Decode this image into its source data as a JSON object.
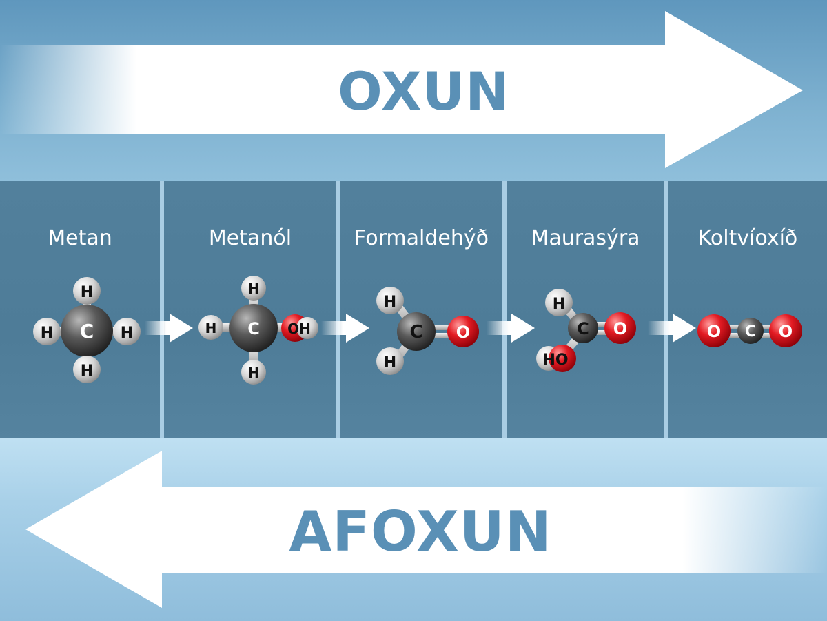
{
  "arrows": {
    "top_label": "OXUN",
    "bottom_label": "AFOXUN"
  },
  "molecules": [
    {
      "name": "Metan"
    },
    {
      "name": "Metanól"
    },
    {
      "name": "Formaldehýð"
    },
    {
      "name": "Maurasýra"
    },
    {
      "name": "Koltvíoxíð"
    }
  ],
  "atom_labels": {
    "carbon": "C",
    "hydrogen": "H",
    "oxygen": "O",
    "hydroxyl": "OH",
    "hydroxyl_reversed": "HO"
  },
  "colors": {
    "carbon": "#4a4a4a",
    "hydrogen": "#d8d8d8",
    "oxygen": "#e0101a",
    "arrow": "#ffffff",
    "label_blue": "#5a90b6"
  },
  "icons": {
    "step_arrow": "right-arrow-icon",
    "oxidation_arrow": "big-right-arrow-icon",
    "reduction_arrow": "big-left-arrow-icon"
  }
}
